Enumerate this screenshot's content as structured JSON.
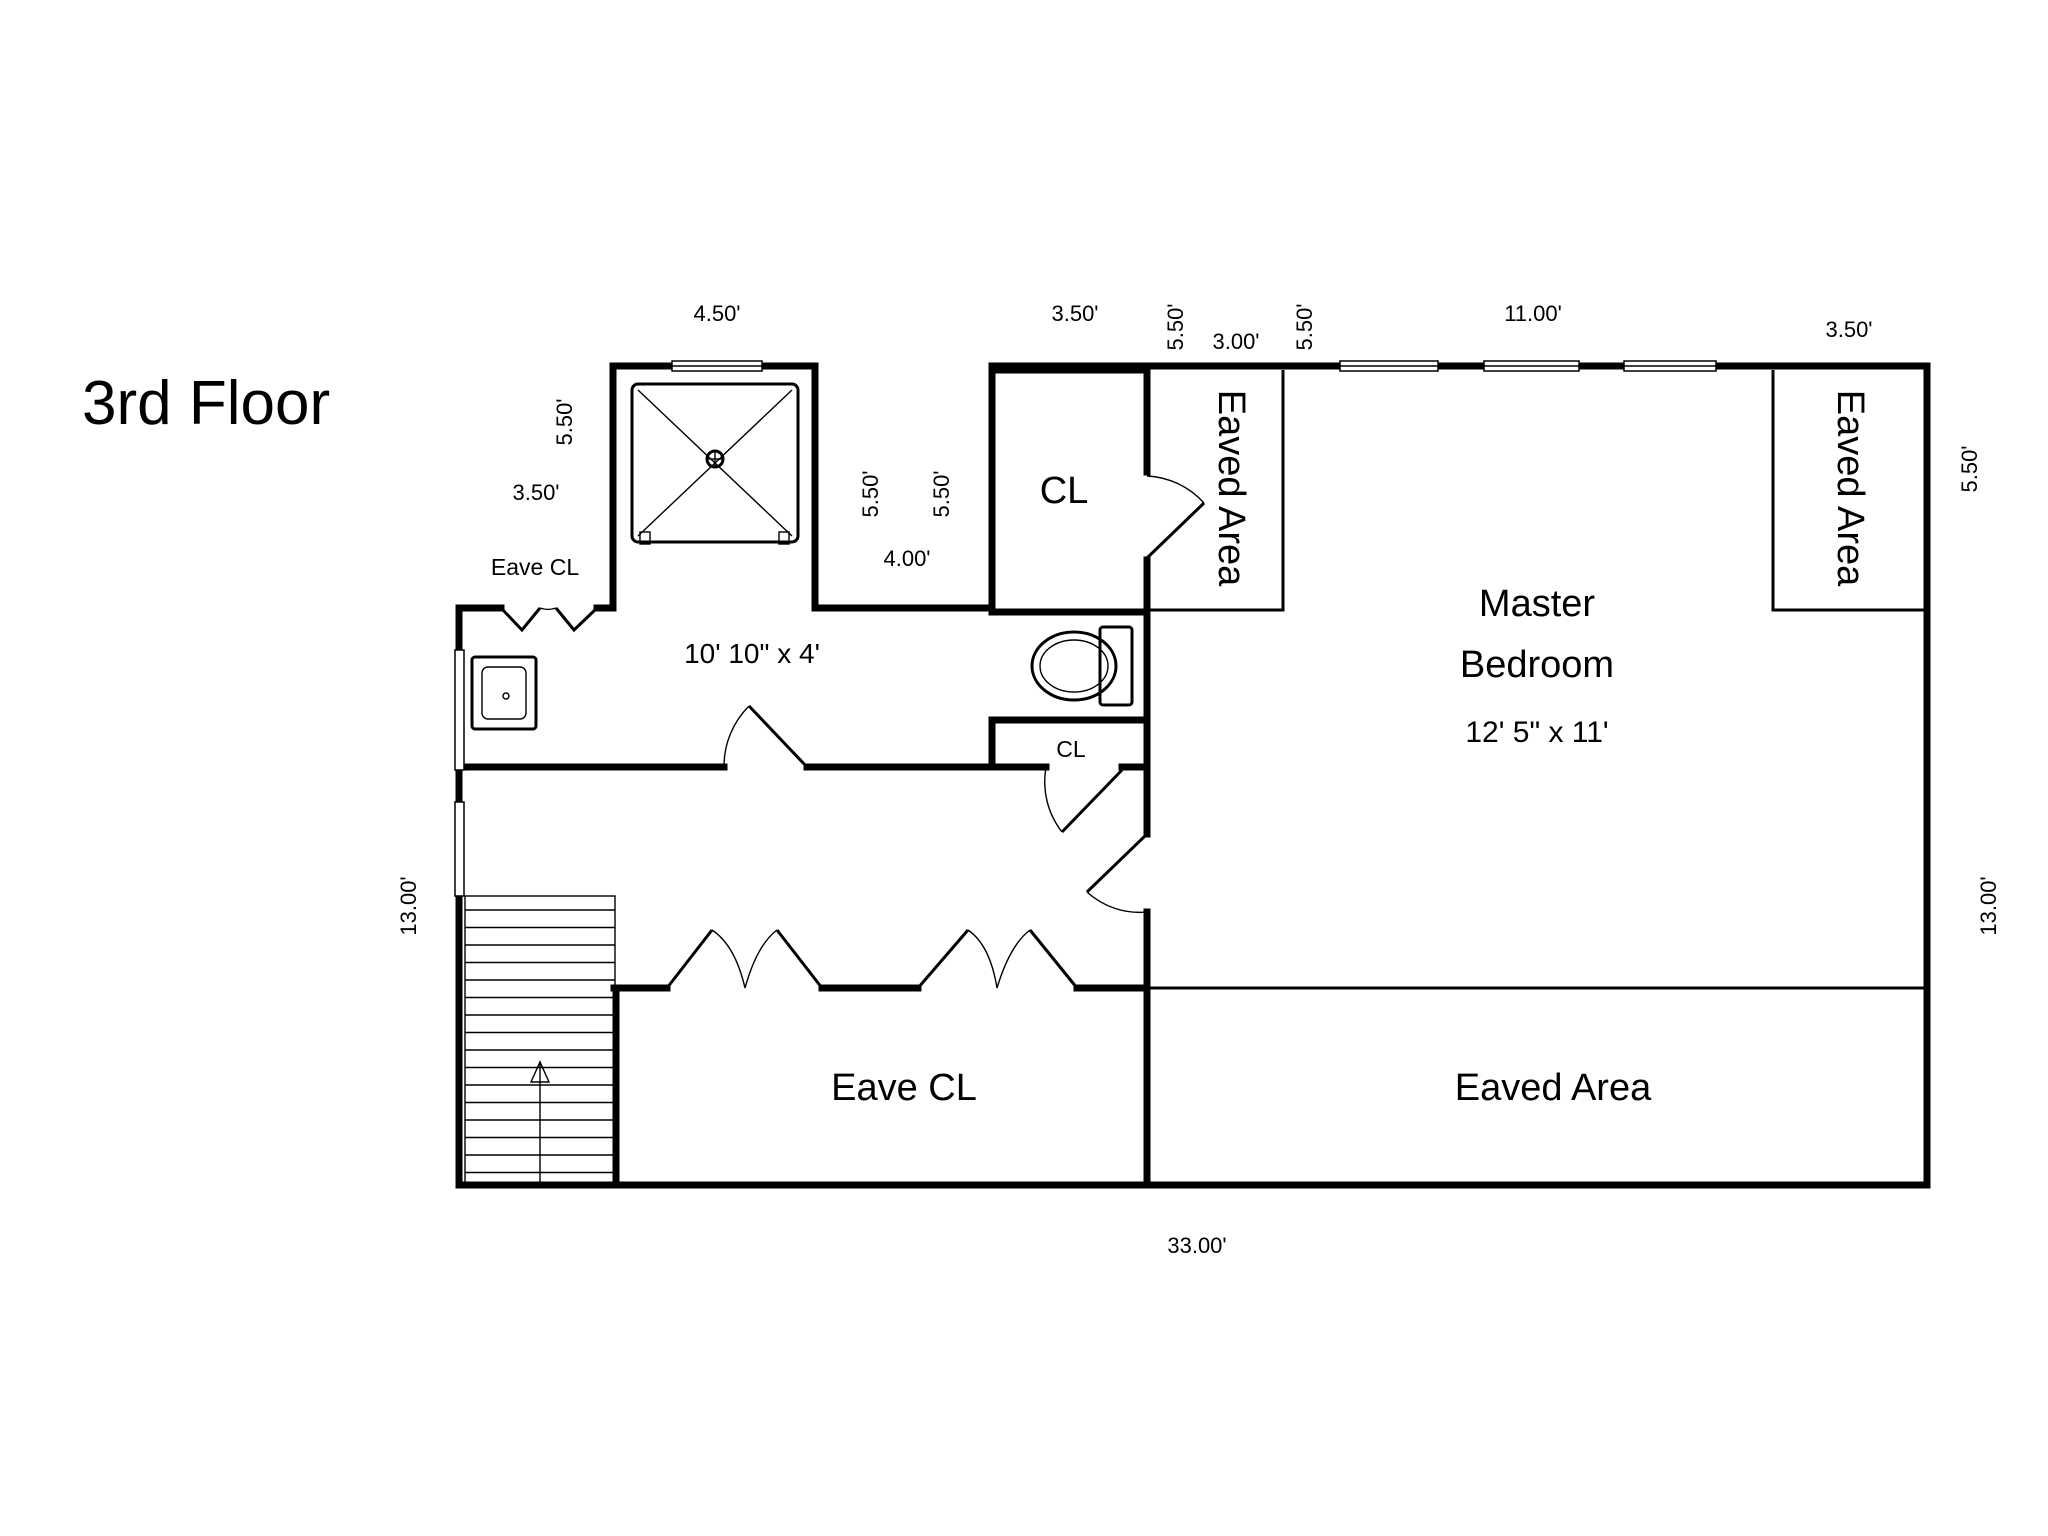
{
  "floor_title": "3rd Floor",
  "rooms": {
    "hall_bath": {
      "name": "10' 10\" x 4'"
    },
    "closet_top": {
      "name": "CL"
    },
    "closet_small": {
      "name": "CL"
    },
    "eaved_area_left": {
      "name": "Eaved Area"
    },
    "eaved_area_right": {
      "name": "Eaved Area"
    },
    "eave_cl_top": {
      "name": "Eave CL"
    },
    "master_bedroom": {
      "name_line1": "Master",
      "name_line2": "Bedroom",
      "size": "12' 5\" x 11'"
    },
    "eave_cl_bottom": {
      "name": "Eave CL"
    },
    "eaved_area_bottom": {
      "name": "Eaved Area"
    }
  },
  "dimensions": {
    "shower_width": "4.50'",
    "closet_width": "3.50'",
    "eaved_left_depth_a": "5.50'",
    "eaved_left_width": "3.00'",
    "eaved_left_depth_b": "5.50'",
    "master_width": "11.00'",
    "eaved_right_width": "3.50'",
    "eaved_right_depth": "5.50'",
    "eave_cl_depth": "5.50'",
    "eave_cl_width": "3.50'",
    "notch_depth_a": "5.50'",
    "notch_depth_b": "5.50'",
    "notch_width": "4.00'",
    "left_height": "13.00'",
    "right_height": "13.00'",
    "bottom_width": "33.00'"
  }
}
